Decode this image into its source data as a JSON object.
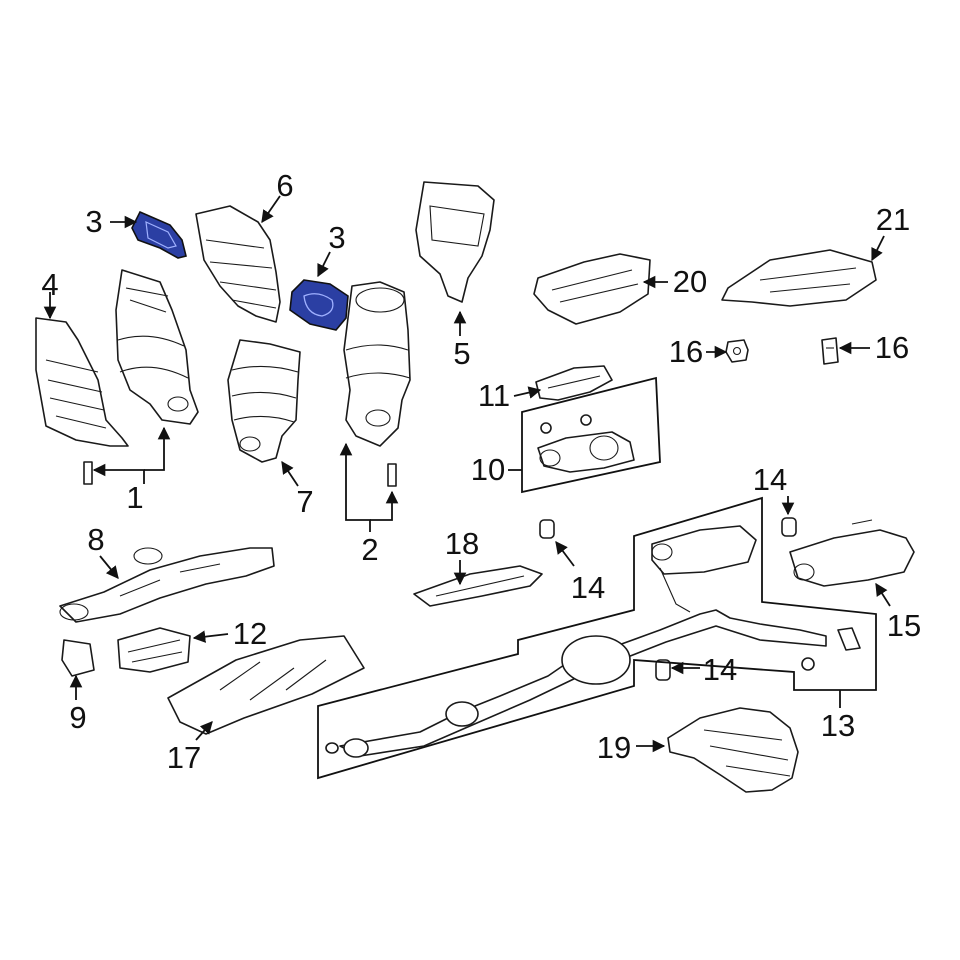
{
  "diagram": {
    "callouts": {
      "c1": "1",
      "c2": "2",
      "c3a": "3",
      "c3b": "3",
      "c4": "4",
      "c5": "5",
      "c6": "6",
      "c7": "7",
      "c8": "8",
      "c9": "9",
      "c10": "10",
      "c11": "11",
      "c12": "12",
      "c13": "13",
      "c14a": "14",
      "c14b": "14",
      "c14c": "14",
      "c15": "15",
      "c16a": "16",
      "c16b": "16",
      "c17": "17",
      "c18": "18",
      "c19": "19",
      "c20": "20",
      "c21": "21"
    },
    "highlight_color": "#2b3fa3",
    "line_color": "#1a1a1a",
    "background_color": "#ffffff"
  }
}
